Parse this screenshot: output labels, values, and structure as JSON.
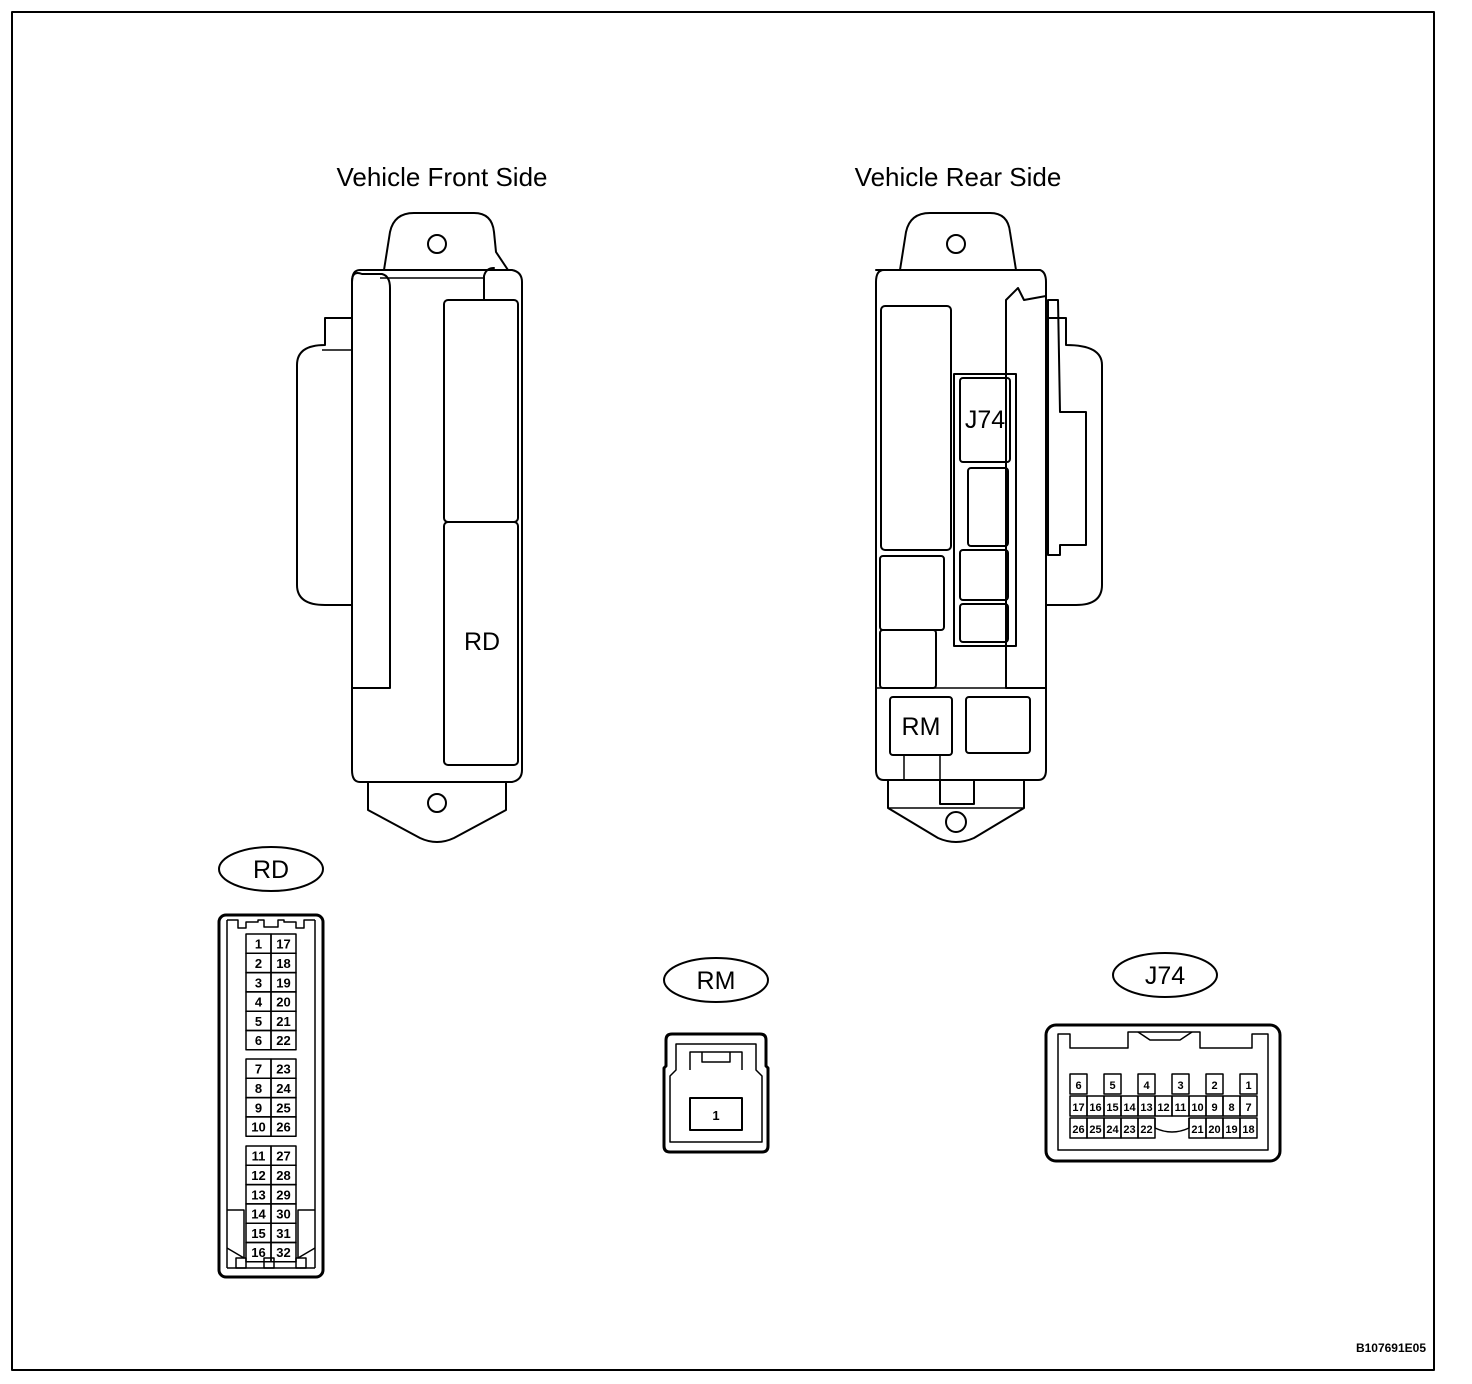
{
  "headings": {
    "front": "Vehicle Front Side",
    "rear": "Vehicle Rear Side"
  },
  "block_labels": {
    "front_rd": "RD",
    "rear_j74": "J74",
    "rear_rm": "RM"
  },
  "connectors": {
    "rd": {
      "name": "RD",
      "left_pins": [
        "1",
        "2",
        "3",
        "4",
        "5",
        "6",
        "7",
        "8",
        "9",
        "10",
        "11",
        "12",
        "13",
        "14",
        "15",
        "16"
      ],
      "right_pins": [
        "17",
        "18",
        "19",
        "20",
        "21",
        "22",
        "23",
        "24",
        "25",
        "26",
        "27",
        "28",
        "29",
        "30",
        "31",
        "32"
      ]
    },
    "rm": {
      "name": "RM",
      "pins": [
        "1"
      ]
    },
    "j74": {
      "name": "J74",
      "row1": [
        "6",
        "5",
        "4",
        "3",
        "2",
        "1"
      ],
      "row2": [
        "17",
        "16",
        "15",
        "14",
        "13",
        "12",
        "11",
        "10",
        "9",
        "8",
        "7"
      ],
      "row3_left": [
        "26",
        "25",
        "24",
        "23",
        "22"
      ],
      "row3_right": [
        "21",
        "20",
        "19",
        "18"
      ]
    }
  },
  "figure_code": "B107691E05"
}
